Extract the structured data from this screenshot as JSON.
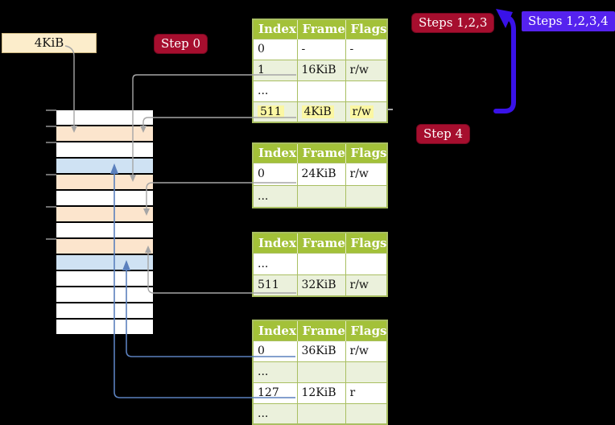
{
  "frame_size_label": "4KiB",
  "badges": {
    "step0": "Step 0",
    "steps123": "Steps 1,2,3",
    "steps1234": "Steps 1,2,3,4",
    "step4": "Step 4"
  },
  "tables": [
    {
      "headers": [
        "Index",
        "Frame",
        "Flags"
      ],
      "rows": [
        [
          "0",
          "-",
          "-"
        ],
        [
          "1",
          "16KiB",
          "r/w"
        ],
        [
          "...",
          "",
          ""
        ],
        [
          "511",
          "4KiB",
          "r/w"
        ]
      ]
    },
    {
      "headers": [
        "Index",
        "Frame",
        "Flags"
      ],
      "rows": [
        [
          "0",
          "24KiB",
          "r/w"
        ],
        [
          "...",
          "",
          ""
        ]
      ]
    },
    {
      "headers": [
        "Index",
        "Frame",
        "Flags"
      ],
      "rows": [
        [
          "...",
          "",
          ""
        ],
        [
          "511",
          "32KiB",
          "r/w"
        ]
      ]
    },
    {
      "headers": [
        "Index",
        "Frame",
        "Flags"
      ],
      "rows": [
        [
          "0",
          "36KiB",
          "r/w"
        ],
        [
          "...",
          "",
          ""
        ],
        [
          "127",
          "12KiB",
          "r"
        ],
        [
          "...",
          "",
          ""
        ]
      ]
    }
  ],
  "memory_column": {
    "row_fills": [
      "white",
      "orange",
      "white",
      "blue",
      "orange",
      "white",
      "orange",
      "white",
      "orange",
      "blue",
      "white",
      "white",
      "white",
      "white"
    ]
  },
  "colors": {
    "badge_red": "#a60e2e",
    "badge_blue": "#5522ee",
    "recursive_arrow_blue": "#3912e8",
    "table_header_green": "#a3c139",
    "table_row_green": "#ebf1dc",
    "highlight_yellow": "#fbf7a3",
    "memory_frame_orange": "#fce5cd",
    "memory_frame_blue": "#cfe2f3",
    "frame_label_cream": "#fcedcb",
    "connector_gray": "#a6a6a6",
    "connector_blue": "#5b80bd"
  }
}
